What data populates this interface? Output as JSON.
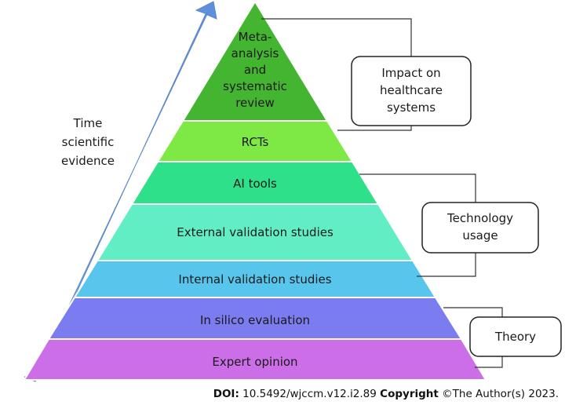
{
  "pyramid": {
    "levels": [
      {
        "label_lines": [
          "Meta-",
          "analysis",
          "and",
          "systematic",
          "review"
        ],
        "color": "#44b530"
      },
      {
        "label_lines": [
          "RCTs"
        ],
        "color": "#7ee845"
      },
      {
        "label_lines": [
          "AI tools"
        ],
        "color": "#2ee089"
      },
      {
        "label_lines": [
          "External validation studies"
        ],
        "color": "#62eec4"
      },
      {
        "label_lines": [
          "Internal validation studies"
        ],
        "color": "#58c6ec"
      },
      {
        "label_lines": [
          "In silico evaluation"
        ],
        "color": "#7b7cf0"
      },
      {
        "label_lines": [
          "Expert opinion"
        ],
        "color": "#cc6ee8"
      }
    ]
  },
  "arrow": {
    "label_lines": [
      "Time",
      "scientific",
      "evidence"
    ],
    "color": "#6a9be0"
  },
  "callouts": [
    {
      "label_lines": [
        "Impact on",
        "healthcare",
        "systems"
      ]
    },
    {
      "label_lines": [
        "Technology",
        "usage"
      ]
    },
    {
      "label_lines": [
        "Theory"
      ]
    }
  ],
  "footer": {
    "doi_label": "DOI:",
    "doi_value": "10.5492/wjccm.v12.i2.89",
    "copyright_label": "Copyright",
    "copyright_text": "©The Author(s) 2023."
  }
}
